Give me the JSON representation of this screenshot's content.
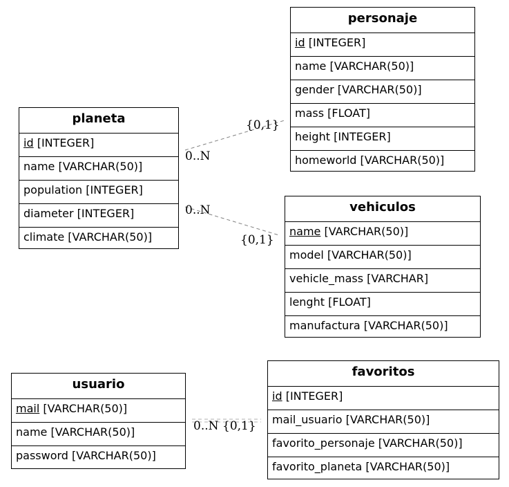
{
  "entities": {
    "personaje": {
      "name": "personaje",
      "fields": [
        {
          "key": "id",
          "rest": " [INTEGER]"
        },
        {
          "text": "name [VARCHAR(50)]"
        },
        {
          "text": "gender [VARCHAR(50)]"
        },
        {
          "text": "mass [FLOAT]"
        },
        {
          "text": "height [INTEGER]"
        },
        {
          "text": "homeworld [VARCHAR(50)]"
        }
      ]
    },
    "planeta": {
      "name": "planeta",
      "fields": [
        {
          "key": "id",
          "rest": " [INTEGER]"
        },
        {
          "text": "name [VARCHAR(50)]"
        },
        {
          "text": "population [INTEGER]"
        },
        {
          "text": "diameter [INTEGER]"
        },
        {
          "text": "climate [VARCHAR(50)]"
        }
      ]
    },
    "vehiculos": {
      "name": "vehiculos",
      "fields": [
        {
          "key": "name",
          "rest": " [VARCHAR(50)]"
        },
        {
          "text": "model [VARCHAR(50)]"
        },
        {
          "text": "vehicle_mass [VARCHAR]"
        },
        {
          "text": "lenght [FLOAT]"
        },
        {
          "text": "manufactura [VARCHAR(50)]"
        }
      ]
    },
    "usuario": {
      "name": "usuario",
      "fields": [
        {
          "key": "mail",
          "rest": " [VARCHAR(50)]"
        },
        {
          "text": "name [VARCHAR(50)]"
        },
        {
          "text": "password [VARCHAR(50)]"
        }
      ]
    },
    "favoritos": {
      "name": "favoritos",
      "fields": [
        {
          "key": "id",
          "rest": " [INTEGER]"
        },
        {
          "text": "mail_usuario [VARCHAR(50)]"
        },
        {
          "text": "favorito_personaje [VARCHAR(50)]"
        },
        {
          "text": "favorito_planeta [VARCHAR(50)]"
        }
      ]
    }
  },
  "relations": {
    "planeta_personaje": {
      "from_card": "0..N",
      "to_card": "{0,1}"
    },
    "planeta_vehiculos": {
      "from_card": "0..N",
      "to_card": "{0,1}"
    },
    "usuario_favoritos": {
      "from_card": "0..N",
      "to_card": "{0,1}"
    }
  },
  "colors": {
    "line": "#808080",
    "border": "#000000"
  }
}
